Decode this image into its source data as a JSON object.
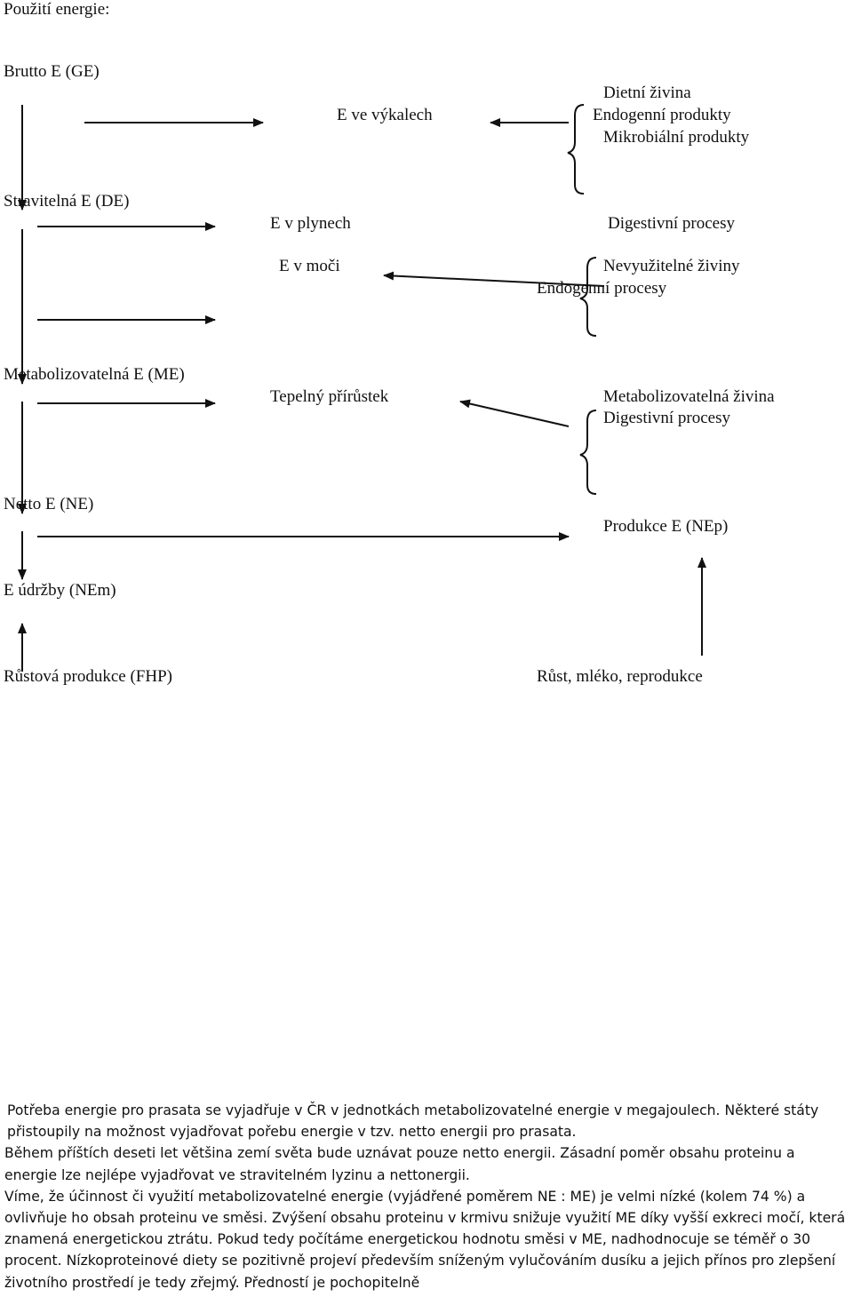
{
  "title": "Použití energie:",
  "left_column": {
    "ge": "Brutto E (GE)",
    "de": "Stravitelná E (DE)",
    "me": "Metabolizovatelná E (ME)",
    "ne": "Netto E (NE)",
    "nem": "E údržby (NEm)",
    "fhp": "Růstová produkce (FHP)"
  },
  "losses": {
    "feces": "E ve výkalech",
    "gas": "E v plynech",
    "urine": "E v moči",
    "heat": "Tepelný přírůstek"
  },
  "factors": {
    "feces": [
      "Dietní živina",
      "Endogenní produkty",
      "Mikrobiální produkty"
    ],
    "gas": "Digestivní procesy",
    "urine": [
      "Nevyužitelné živiny",
      "Endogenní procesy"
    ],
    "heat": [
      "Metabolizovatelná živina",
      "Digestivní procesy"
    ]
  },
  "production": {
    "nep": "Produkce E (NEp)",
    "outputs": "Růst, mléko, reprodukce"
  },
  "paragraph": [
    "Potřeba energie pro prasata se vyjadřuje v ČR v jednotkách metabolizovatelné energie v megajoulech. Některé státy přistoupily na možnost vyjadřovat pořebu energie v tzv. netto energii pro prasata.",
    "Během příštích deseti let většina zemí světa bude uznávat pouze netto energii. Zásadní poměr obsahu proteinu a energie lze nejlépe vyjadřovat ve stravitelném lyzinu a nettonergii.",
    "Víme, že účinnost či využití metabolizovatelné energie (vyjádřené poměrem NE : ME) je velmi nízké (kolem 74 %) a ovlivňuje ho obsah proteinu ve směsi. Zvýšení obsahu proteinu v krmivu snižuje využití ME díky vyšší exkreci močí, která znamená energetickou ztrátu. Pokud tedy počítáme energetickou hodnotu směsi v ME, nadhodnocuje se téměř o 30 procent. Nízkoproteinové diety se pozitivně projeví především sníženým vylučováním dusíku a jejich přínos pro zlepšení životního prostředí je tedy zřejmý. Předností je pochopitelně"
  ]
}
